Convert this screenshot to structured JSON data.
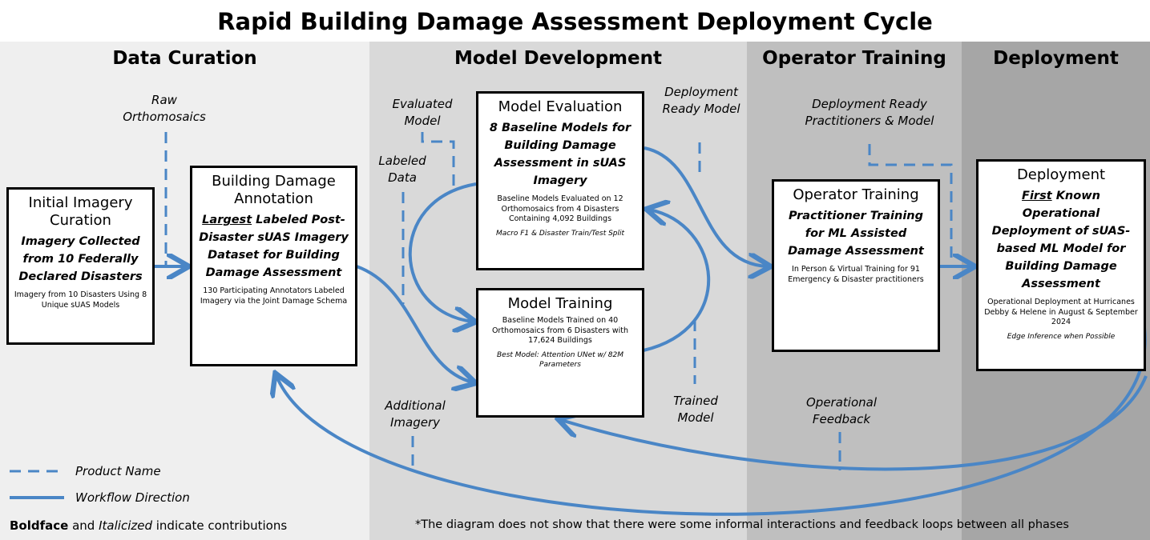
{
  "title": "Rapid Building Damage Assessment Deployment Cycle",
  "phases": [
    {
      "name": "Data Curation",
      "color": "#efefef"
    },
    {
      "name": "Model Development",
      "color": "#d9d9d9"
    },
    {
      "name": "Operator Training",
      "color": "#bfbfbf"
    },
    {
      "name": "Deployment",
      "color": "#a6a6a6"
    }
  ],
  "boxes": {
    "curation": {
      "title": "Initial Imagery Curation",
      "main": "Imagery Collected from 10 Federally Declared Disasters",
      "sub": "Imagery from 10 Disasters Using 8 Unique sUAS Models"
    },
    "annotation": {
      "title": "Building Damage Annotation",
      "main_emph": "Largest",
      "main": " Labeled Post-Disaster sUAS Imagery Dataset for Building Damage Assessment",
      "sub": "130 Participating Annotators Labeled Imagery via the Joint Damage Schema"
    },
    "evaluation": {
      "title": "Model Evaluation",
      "main": "8 Baseline Models for Building Damage Assessment in sUAS Imagery",
      "sub": "Baseline Models Evaluated on 12 Orthomosaics from 4 Disasters Containing 4,092 Buildings",
      "note": "Macro F1 & Disaster Train/Test Split"
    },
    "training": {
      "title": "Model Training",
      "sub": "Baseline Models Trained on 40 Orthomosaics from 6 Disasters with 17,624 Buildings",
      "note": "Best Model: Attention UNet w/ 82M Parameters"
    },
    "operator": {
      "title": "Operator Training",
      "main": "Practitioner Training for ML Assisted Damage Assessment",
      "sub": "In Person & Virtual Training for 91 Emergency & Disaster practitioners"
    },
    "deployment": {
      "title": "Deployment",
      "main_emph": "First",
      "main": " Known Operational Deployment of sUAS-based ML Model for Building Damage Assessment",
      "sub": "Operational Deployment at Hurricanes Debby & Helene in August & September 2024",
      "note": "Edge Inference when Possible"
    }
  },
  "products": {
    "raw": "Raw Orthomosaics",
    "evaluated": "Evaluated Model",
    "labeled": "Labeled Data",
    "deploy_ready_model": "Deployment Ready Model",
    "deploy_ready_practitioners": "Deployment Ready Practitioners & Model",
    "trained": "Trained Model",
    "additional": "Additional Imagery",
    "feedback": "Operational Feedback"
  },
  "legend": {
    "product": "Product Name",
    "workflow": "Workflow Direction",
    "bold_word": "Boldface",
    "and": " and ",
    "italic_word": "Italicized",
    "rest": " indicate contributions"
  },
  "footnote": "*The diagram does not show that there were some informal interactions and feedback loops between all phases",
  "colors": {
    "arrow": "#4a86c6",
    "box_border": "#000000"
  }
}
